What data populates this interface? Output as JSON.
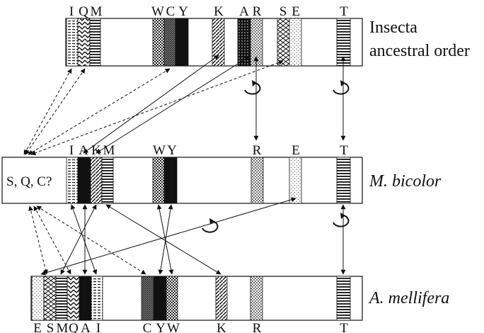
{
  "genomes": {
    "insecta": {
      "name_line1": "Insecta",
      "name_line2": "ancestral order",
      "band_labels": [
        "I",
        "Q",
        "M",
        "W",
        "C",
        "Y",
        "K",
        "A",
        "R",
        "S",
        "E",
        "T"
      ]
    },
    "bicolor": {
      "name": "M. bicolor",
      "note": "S, Q, C?",
      "band_labels": [
        "I",
        "A",
        "K",
        "M",
        "W",
        "Y",
        "R",
        "E",
        "T"
      ]
    },
    "mellifera": {
      "name": "A. mellifera",
      "band_labels": [
        "E",
        "S",
        "M",
        "Q",
        "A",
        "I",
        "C",
        "Y",
        "W",
        "K",
        "R",
        "T"
      ]
    }
  }
}
